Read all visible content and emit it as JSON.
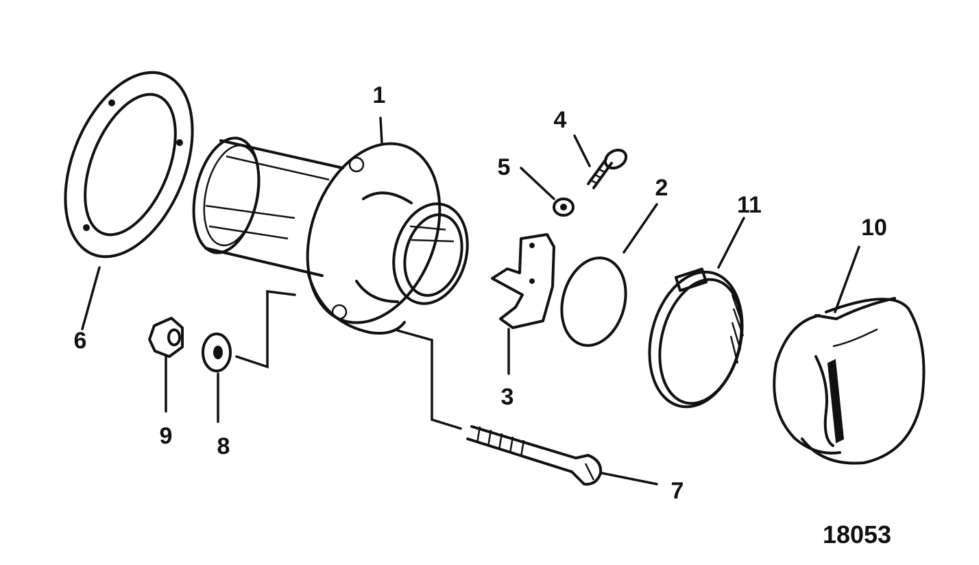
{
  "callouts": {
    "c1": "1",
    "c2": "2",
    "c3": "3",
    "c4": "4",
    "c5": "5",
    "c6": "6",
    "c7": "7",
    "c8": "8",
    "c9": "9",
    "c10": "10",
    "c11": "11"
  },
  "diagram_id": "18053",
  "colors": {
    "ink": "#111111",
    "paper": "#ffffff"
  }
}
